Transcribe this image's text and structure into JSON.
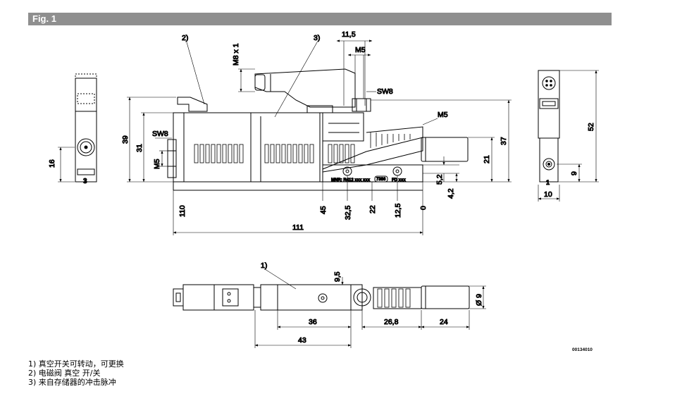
{
  "figure": {
    "title": "Fig. 1"
  },
  "callouts": {
    "c1": "1)",
    "c2": "2)",
    "c3": "3)",
    "c1_bottom": "1)"
  },
  "dims": {
    "d11_5": "11,5",
    "m5_top": "M5",
    "m8x1": "M8 x 1",
    "sw8_top": "SW8",
    "m5_right": "M5",
    "sw8_left": "SW8",
    "m5_left": "M5",
    "d39": "39",
    "d31": "31",
    "d37": "37",
    "d21": "21",
    "d5_2": "5,2",
    "d4_2": "4,2",
    "d110": "110",
    "d45": "45",
    "d32_5": "32,5",
    "d22": "22",
    "d12_5": "12,5",
    "d0": "0",
    "d111": "111",
    "d16": "16",
    "d3": "3",
    "d52": "52",
    "d9": "9",
    "d10": "10",
    "d9_5": "9,5",
    "d9dia": "Ø 9",
    "d36": "36",
    "d26_8": "26,8",
    "d24": "24",
    "d43": "43"
  },
  "labels": {
    "marking_left": "MNR: R412 xxx xxx",
    "marking_mid": "7386",
    "marking_right": "FD xxx",
    "pin_number": "1"
  },
  "legend": [
    "1) 真空开关可转动，可更换",
    "2) 电磁阀 真空 开/关",
    "3) 来自存储器的冲击脉冲"
  ],
  "document_number": "00134010"
}
